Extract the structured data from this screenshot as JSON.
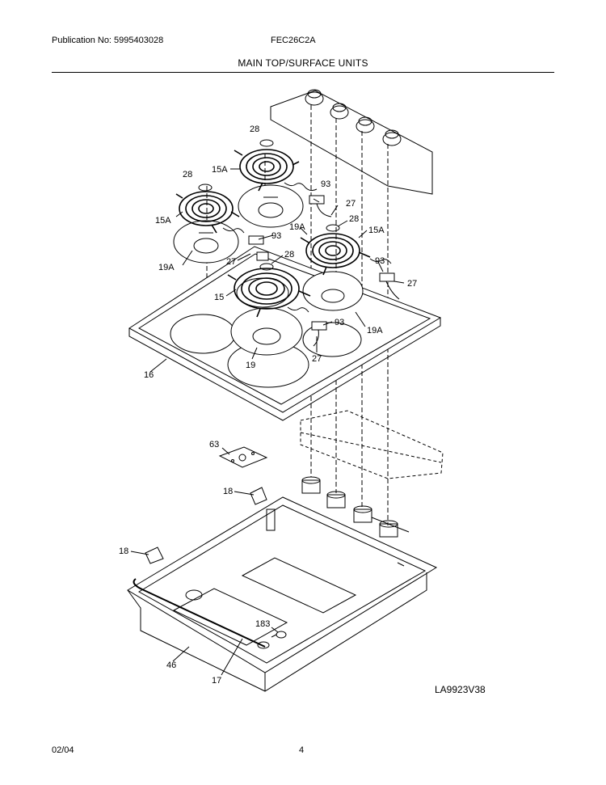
{
  "header": {
    "publication": "Publication No: 5995403028",
    "model": "FEC26C2A",
    "title": "MAIN TOP/SURFACE UNITS"
  },
  "footer": {
    "date": "02/04",
    "page": "4"
  },
  "diagram_code": "LA9923V38",
  "callouts": {
    "c28a": "28",
    "c15a_top": "15A",
    "c28b": "28",
    "c93a": "93",
    "c27a": "27",
    "c15a_left": "15A",
    "c19a_mid": "19A",
    "c93b": "93",
    "c28c": "28",
    "c15a_right": "15A",
    "c19a_left": "19A",
    "c27b": "27",
    "c28d": "28",
    "c93c": "93",
    "c27c": "27",
    "c15": "15",
    "c93d": "93",
    "c19a_right": "19A",
    "c27d": "27",
    "c19": "19",
    "c16": "16",
    "c63": "63",
    "c18a": "18",
    "c18b": "18",
    "c183": "183",
    "c46": "46",
    "c17": "17"
  }
}
